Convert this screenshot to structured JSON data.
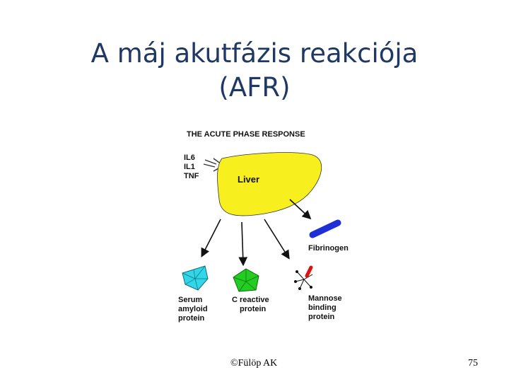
{
  "slide": {
    "title_line1": "A máj akutfázis reakciója",
    "title_line2": "(AFR)",
    "footer_credit": "©Fülöp AK",
    "page_number": "75"
  },
  "diagram": {
    "heading": "THE ACUTE PHASE RESPONSE",
    "cytokines": [
      "IL6",
      "IL1",
      "TNF"
    ],
    "organ_label": "Liver",
    "products": [
      {
        "label_lines": [
          "Serum",
          "amyloid",
          "protein"
        ],
        "color": "#33d6e8"
      },
      {
        "label_lines": [
          "C reactive",
          "protein"
        ],
        "color": "#22cc22"
      },
      {
        "label_lines": [
          "Mannose",
          "binding",
          "protein"
        ],
        "color": "#dd1111"
      },
      {
        "label_lines": [
          "Fibrinogen"
        ],
        "color": "#1f2fd6"
      }
    ],
    "liver_color": "#f7ef1e"
  }
}
